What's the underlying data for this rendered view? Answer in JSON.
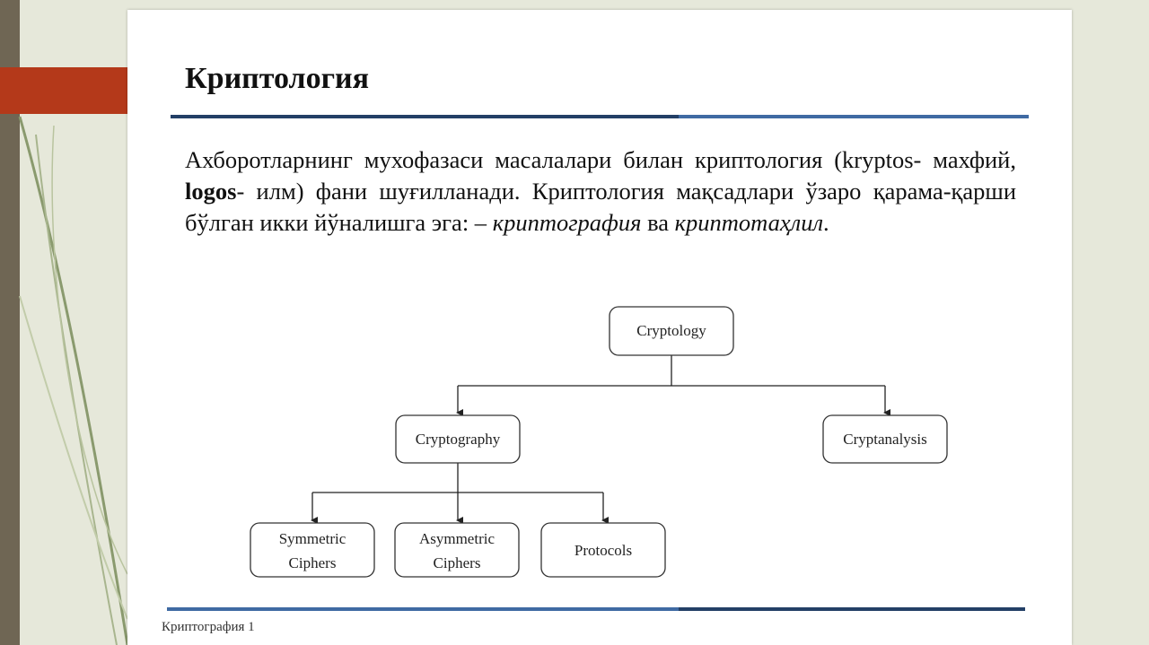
{
  "slide": {
    "title": "Криптология",
    "paragraph": {
      "part1": "Ахборотларнинг мухофазаси масалалари билан криптология (kryptos- махфий, ",
      "bold_term": "logos",
      "part2": "- илм) фани шуғилланади. Криптология мақсадлари ўзаро қарама-қарши бўлган икки йўналишга эга: – ",
      "italic_term1": "криптография",
      "connector": " ва ",
      "italic_term2": "криптотаҳлил",
      "end": "."
    },
    "footer": "Криптография 1"
  },
  "diagram": {
    "nodes": {
      "cryptology": "Cryptology",
      "cryptography": "Cryptography",
      "cryptanalysis": "Cryptanalysis",
      "symmetric_line1": "Symmetric",
      "symmetric_line2": "Ciphers",
      "asymmetric_line1": "Asymmetric",
      "asymmetric_line2": "Ciphers",
      "protocols": "Protocols"
    }
  },
  "colors": {
    "accent": "#b4391a",
    "rule_dark": "#233f66",
    "rule_light": "#3f6aa3",
    "stripe": "#6f6654"
  }
}
